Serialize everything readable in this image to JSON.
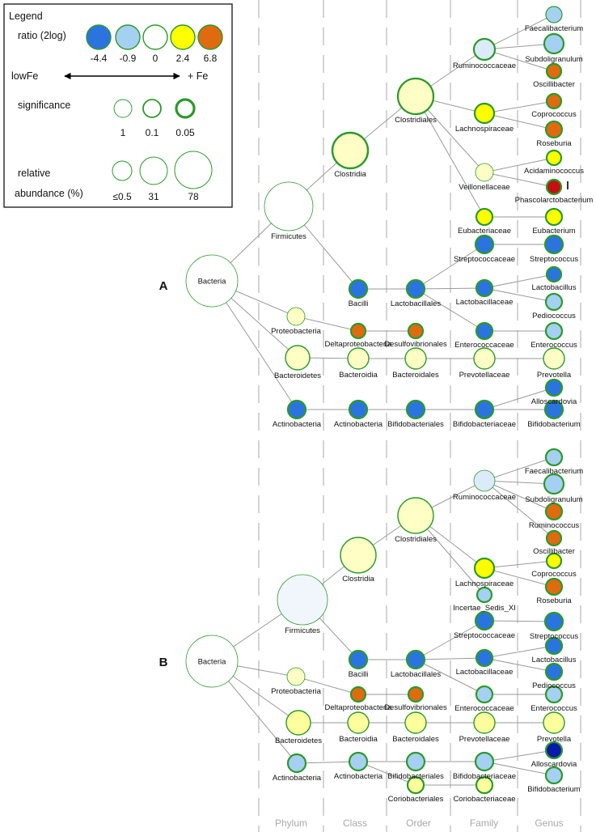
{
  "legend": {
    "title": "Legend",
    "ratio_label": "ratio (2log)",
    "ratio_values": [
      "-4.4",
      "-0.9",
      "0",
      "2.4",
      "6.8"
    ],
    "low_label": "lowFe",
    "high_label": "+ Fe",
    "significance_label": "significance",
    "significance_values": [
      "1",
      "0.1",
      "0.05"
    ],
    "relative_label": "relative",
    "abundance_label": "abundance (%)",
    "abundance_values": [
      "≤0.5",
      "31",
      "78"
    ]
  },
  "columns": [
    "Phylum",
    "Class",
    "Order",
    "Family",
    "Genus"
  ],
  "colors": {
    "strong_decrease": "#2b74e0",
    "decrease": "#a6d0f2",
    "neutral": "#ffffff",
    "increase": "#ffff00",
    "strong_increase": "#e06a10",
    "dark_blue": "#0a1aa8",
    "red": "#c41010",
    "outline": "#2a9a2a"
  },
  "panels": [
    {
      "label": "A",
      "nodes": {
        "bacteria": "Bacteria",
        "firmicutes": "Firmicutes",
        "proteobacteria": "Proteobacteria",
        "bacteroidetes": "Bacteroidetes",
        "actinobacteria_p": "Actinobacteria",
        "clostridia": "Clostridia",
        "bacilli": "Bacilli",
        "deltaproteobacteria": "Deltaproteobacteria",
        "bacteroidia": "Bacteroidia",
        "actinobacteria_c": "Actinobacteria",
        "clostridiales": "Clostridiales",
        "lactobacillales": "Lactobacillales",
        "desulfovibrionales": "Desulfovibrionales",
        "bacteroidales": "Bacteroidales",
        "bifidobacteriales": "Bifidobacteriales",
        "ruminococcaceae": "Ruminococcaceae",
        "lachnospiraceae": "Lachnospiraceae",
        "veillonellaceae": "Veillonellaceae",
        "eubacteriaceae": "Eubacteriaceae",
        "streptococcaceae": "Streptococcaceae",
        "lactobacillaceae": "Lactobacillaceae",
        "enterococcaceae": "Enterococcaceae",
        "prevotellaceae": "Prevotellaceae",
        "bifidobacteriaceae": "Bifidobacteriaceae",
        "faecalibacterium": "Faecalibacterium",
        "subdoligranulum": "Subdoligranulum",
        "oscillibacter": "Oscillibacter",
        "coprococcus": "Coprococcus",
        "roseburia": "Roseburia",
        "acidaminococcus": "Acidaminococcus",
        "phascolarctobacterium": "Phascolarctobacterium",
        "eubacterium": "Eubacterium",
        "streptococcus": "Streptococcus",
        "lactobacillus": "Lactobacillus",
        "pediococcus": "Pediococcus",
        "enterococcus": "Enterococcus",
        "prevotella": "Prevotella",
        "alloscardovia": "Alloscardovia",
        "bifidobacterium": "Bifidobacterium"
      }
    },
    {
      "label": "B",
      "nodes": {
        "bacteria": "Bacteria",
        "firmicutes": "Firmicutes",
        "proteobacteria": "Proteobacteria",
        "bacteroidetes": "Bacteroidetes",
        "actinobacteria_p": "Actinobacteria",
        "clostridia": "Clostridia",
        "bacilli": "Bacilli",
        "deltaproteobacteria": "Deltaproteobacteria",
        "bacteroidia": "Bacteroidia",
        "actinobacteria_c": "Actinobacteria",
        "clostridiales": "Clostridiales",
        "lactobacillales": "Lactobacillales",
        "desulfovibrionales": "Desulfovibrionales",
        "bacteroidales": "Bacteroidales",
        "bifidobacteriales": "Bifidobacteriales",
        "coriobacteriales": "Coriobacteriales",
        "ruminococcaceae": "Ruminococcaceae",
        "lachnospiraceae": "Lachnospiraceae",
        "incertae_sedis_xi": "Incertae_Sedis_XI",
        "streptococcaceae": "Streptococcaceae",
        "lactobacillaceae": "Lactobacillaceae",
        "enterococcaceae": "Enterococcaceae",
        "prevotellaceae": "Prevotellaceae",
        "bifidobacteriaceae": "Bifidobacteriaceae",
        "coriobacteriaceae": "Coriobacteriaceae",
        "faecalibacterium": "Faecalibacterium",
        "subdoligranulum": "Subdoligranulum",
        "ruminococcus": "Ruminococcus",
        "oscillibacter": "Oscillibacter",
        "coprococcus": "Coprococcus",
        "roseburia": "Roseburia",
        "streptococcus": "Streptococcus",
        "lactobacillus": "Lactobacillus",
        "pediococcus": "Pediococcus",
        "enterococcus": "Enterococcus",
        "prevotella": "Prevotella",
        "alloscardovia": "Alloscardovia",
        "bifidobacterium": "Bifidobacterium"
      }
    }
  ]
}
